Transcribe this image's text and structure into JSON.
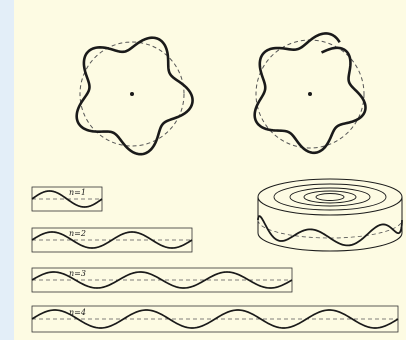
{
  "figure": {
    "modes": [
      {
        "label": "n=1",
        "n": 1
      },
      {
        "label": "n=2",
        "n": 2
      },
      {
        "label": "n=3",
        "n": 3
      },
      {
        "label": "n=4",
        "n": 4
      }
    ],
    "orbits": [
      {
        "id": "closed-orbit",
        "lobes": 5
      },
      {
        "id": "open-orbit",
        "lobes": 5
      }
    ],
    "colors": {
      "ink": "#1a1a1a",
      "dashed": "#555555",
      "paper": "#fdfbe3",
      "margin": "#e3eef8"
    }
  }
}
